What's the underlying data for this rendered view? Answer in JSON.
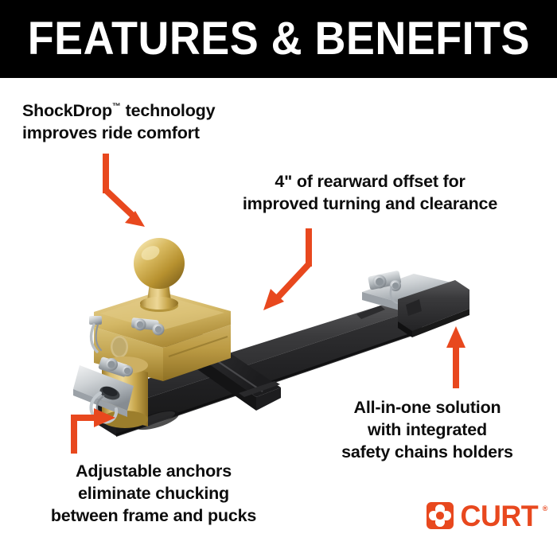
{
  "header": {
    "title": "FEATURES & BENEFITS",
    "background_color": "#000000",
    "text_color": "#FFFFFF"
  },
  "theme": {
    "accent_color": "#E8481E",
    "text_color": "#0D0D0D",
    "page_background": "#FFFFFF",
    "product_metal_gold": "#C6A martyr"
  },
  "callouts": [
    {
      "id": "shockdrop",
      "line1": "ShockDrop",
      "trademark": "™",
      "line1_rest": " technology",
      "line2": "improves ride comfort",
      "align": "left",
      "arrow": "down-right"
    },
    {
      "id": "offset",
      "line1": "4\" of rearward offset for",
      "line2": "improved turning and clearance",
      "align": "center",
      "arrow": "down-left"
    },
    {
      "id": "all-in-one",
      "line1": "All-in-one solution",
      "line2": "with integrated",
      "line3": "safety chains holders",
      "align": "center",
      "arrow": "up"
    },
    {
      "id": "anchors",
      "line1": "Adjustable anchors",
      "line2": "eliminate chucking",
      "line3": "between frame and pucks",
      "align": "center",
      "arrow": "up-right"
    }
  ],
  "logo": {
    "wordmark": "CURT",
    "registered": "®",
    "color": "#E8481E"
  },
  "product": {
    "name": "gooseneck hitch rail with ball mount",
    "parts": [
      "hitch-ball",
      "ball-mount-head",
      "mount-post",
      "angled-arm",
      "main-rail",
      "left-anchor-bracket",
      "right-anchor-bracket"
    ]
  }
}
